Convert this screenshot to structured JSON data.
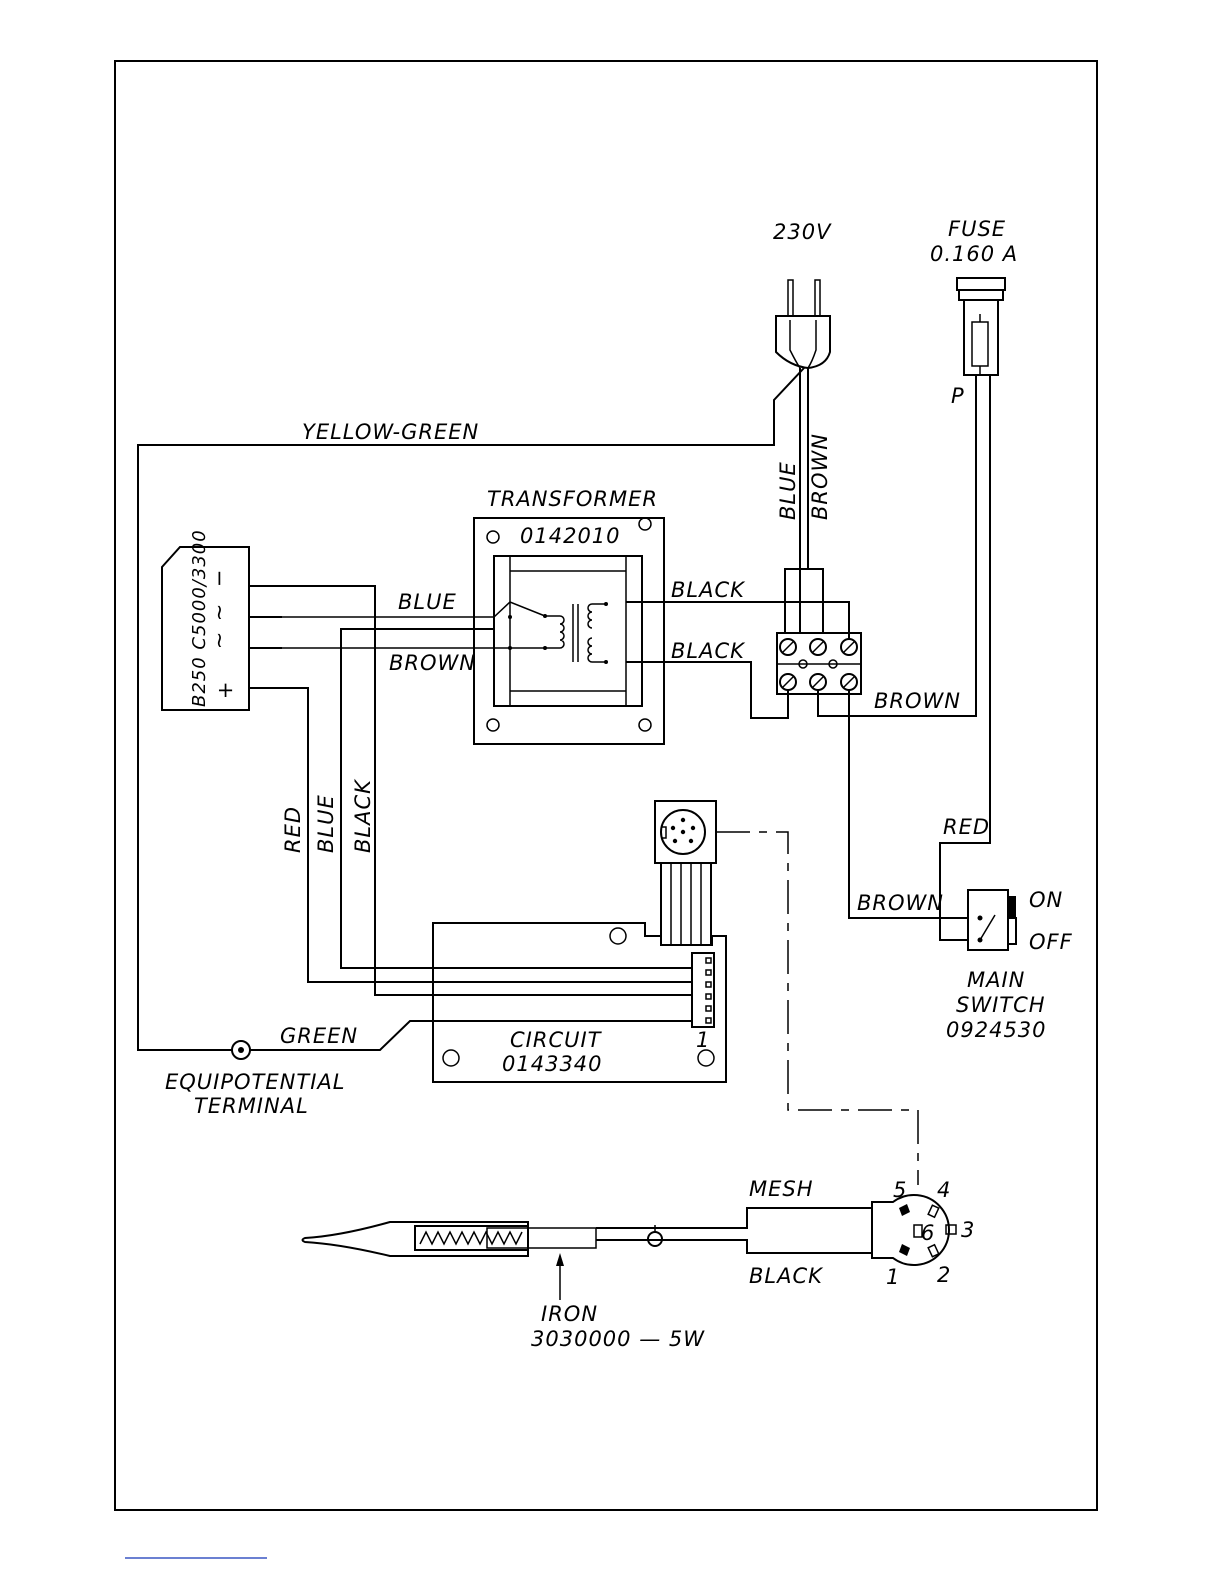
{
  "labels": {
    "mains_voltage": "230V",
    "fuse_title": "FUSE",
    "fuse_rating": "0.160  A",
    "fuse_pin": "P",
    "wire_yellow_green": "YELLOW-GREEN",
    "wire_blue_mains": "BLUE",
    "wire_brown_mains": "BROWN",
    "transformer_title": "TRANSFORMER",
    "transformer_code": "0142010",
    "rectifier_code": "B250  C5000/3300",
    "rectifier_minus": "−",
    "rectifier_ac1": "∼",
    "rectifier_ac2": "∼",
    "rectifier_plus": "+",
    "wire_blue_primary": "BLUE",
    "wire_brown_primary": "BROWN",
    "wire_black_top": "BLACK",
    "wire_black_bottom": "BLACK",
    "wire_brown_fuse": "BROWN",
    "wire_red_dc": "RED",
    "wire_blue_dc": "BLUE",
    "wire_black_dc": "BLACK",
    "wire_red_switch": "RED",
    "wire_brown_switch": "BROWN",
    "switch_on": "ON",
    "switch_off": "OFF",
    "switch_title_1": "MAIN",
    "switch_title_2": "SWITCH",
    "switch_code": "0924530",
    "wire_green": "GREEN",
    "equipotential_1": "EQUIPOTENTIAL",
    "equipotential_2": "TERMINAL",
    "circuit_title": "CIRCUIT",
    "circuit_code": "0143340",
    "circuit_pin1": "1",
    "wire_mesh": "MESH",
    "wire_black_iron": "BLACK",
    "iron_title": "IRON",
    "iron_code": "3030000 — 5W",
    "pin_1": "1",
    "pin_2": "2",
    "pin_3": "3",
    "pin_4": "4",
    "pin_5": "5",
    "pin_6": "6"
  },
  "colors": {
    "line": "#000000",
    "background": "#ffffff",
    "footer_rule": "#3a57c4"
  }
}
